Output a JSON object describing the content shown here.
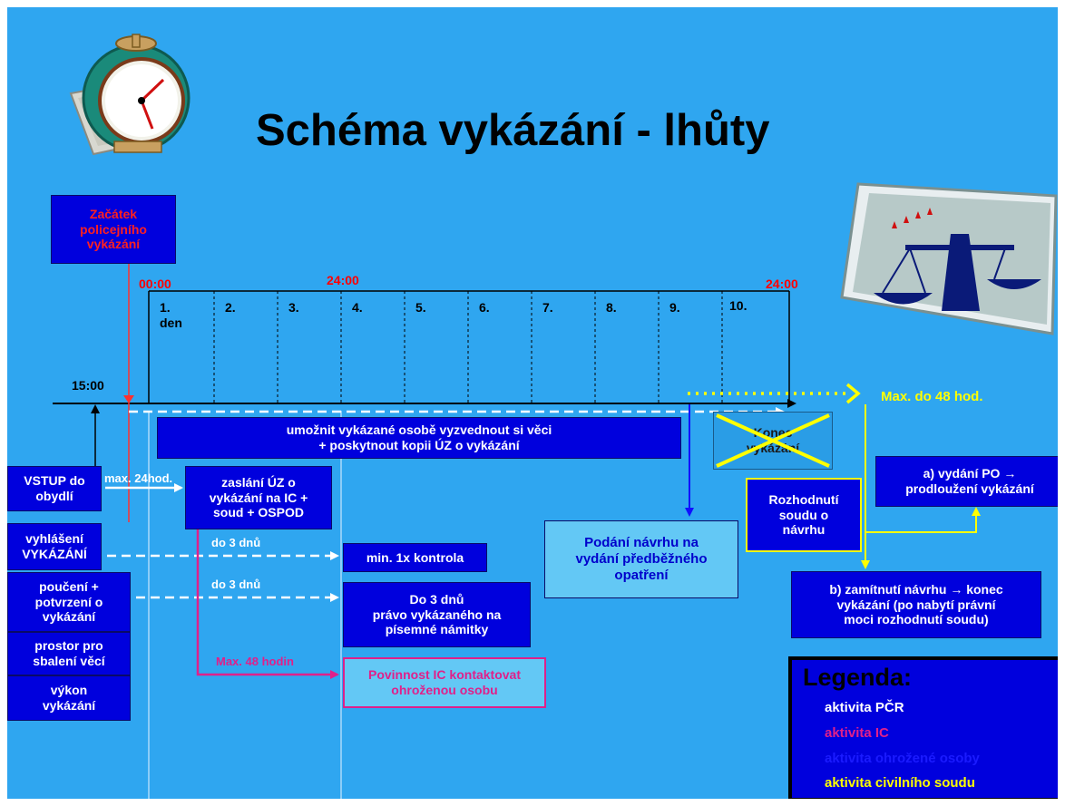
{
  "title": "Schéma vykázání - lhůty",
  "start_box": "Začátek\npolicejního\nvykázání",
  "timeline": {
    "t_start": "00:00",
    "t_mid": "24:00",
    "t_end": "24:00",
    "t_entry": "15:00",
    "days": [
      "1.\nden",
      "2.",
      "3.",
      "4.",
      "5.",
      "6.",
      "7.",
      "8.",
      "9.",
      "10."
    ]
  },
  "boxes": {
    "collect": "umožnit  vykázané osobě vyzvednout si věci\n+ poskytnout kopii ÚZ o vykázání",
    "end": "Konec\nvykázání",
    "entry": "VSTUP do\nobydlí",
    "send": "zaslání ÚZ o\nvykázání na IC +\nsoud + OSPOD",
    "announce": "vyhlášení\nVYKÁZÁNÍ",
    "instruct": "poučení +\npotvrzení o\nvykázání",
    "space": "prostor pro\nsbalení věcí",
    "execute": "výkon\nvykázání",
    "control": "min. 1x kontrola",
    "objections": "Do 3 dnů\nprávo vykázaného na\npísemné námitky",
    "ic_contact": "Povinnost IC kontaktovat\nohroženou osobu",
    "proposal": "Podání návrhu na\nvydání předběžného\nopatření",
    "decision": "Rozhodnutí\nsoudu o\nnávrhu",
    "grant": "a) vydání PO →\nprodloužení vykázání",
    "reject": "b) zamítnutí návrhu → konec\nvykázání (po nabytí právní\nmoci rozhodnutí soudu)"
  },
  "labels": {
    "max24": "max. 24hod.",
    "do3_a": "do 3 dnů",
    "do3_b": "do 3 dnů",
    "max48": "Max. 48 hodin",
    "max48_court": "Max. do 48 hod."
  },
  "legend": {
    "title": "Legenda:",
    "items": [
      {
        "label": "aktivita PČR",
        "color": "#ffffff"
      },
      {
        "label": "aktivita IC",
        "color": "#e0208a"
      },
      {
        "label": "aktivita ohrožené osoby",
        "color": "#1a1aff"
      },
      {
        "label": "aktivita civilního soudu",
        "color": "#ffff00"
      }
    ]
  },
  "colors": {
    "background": "#2fa6f0",
    "box_navy": "#0000dd",
    "light_box": "#63c8f5",
    "police_red": "#ff0000",
    "ic_magenta": "#e0208a",
    "court_yellow": "#ffff00"
  }
}
